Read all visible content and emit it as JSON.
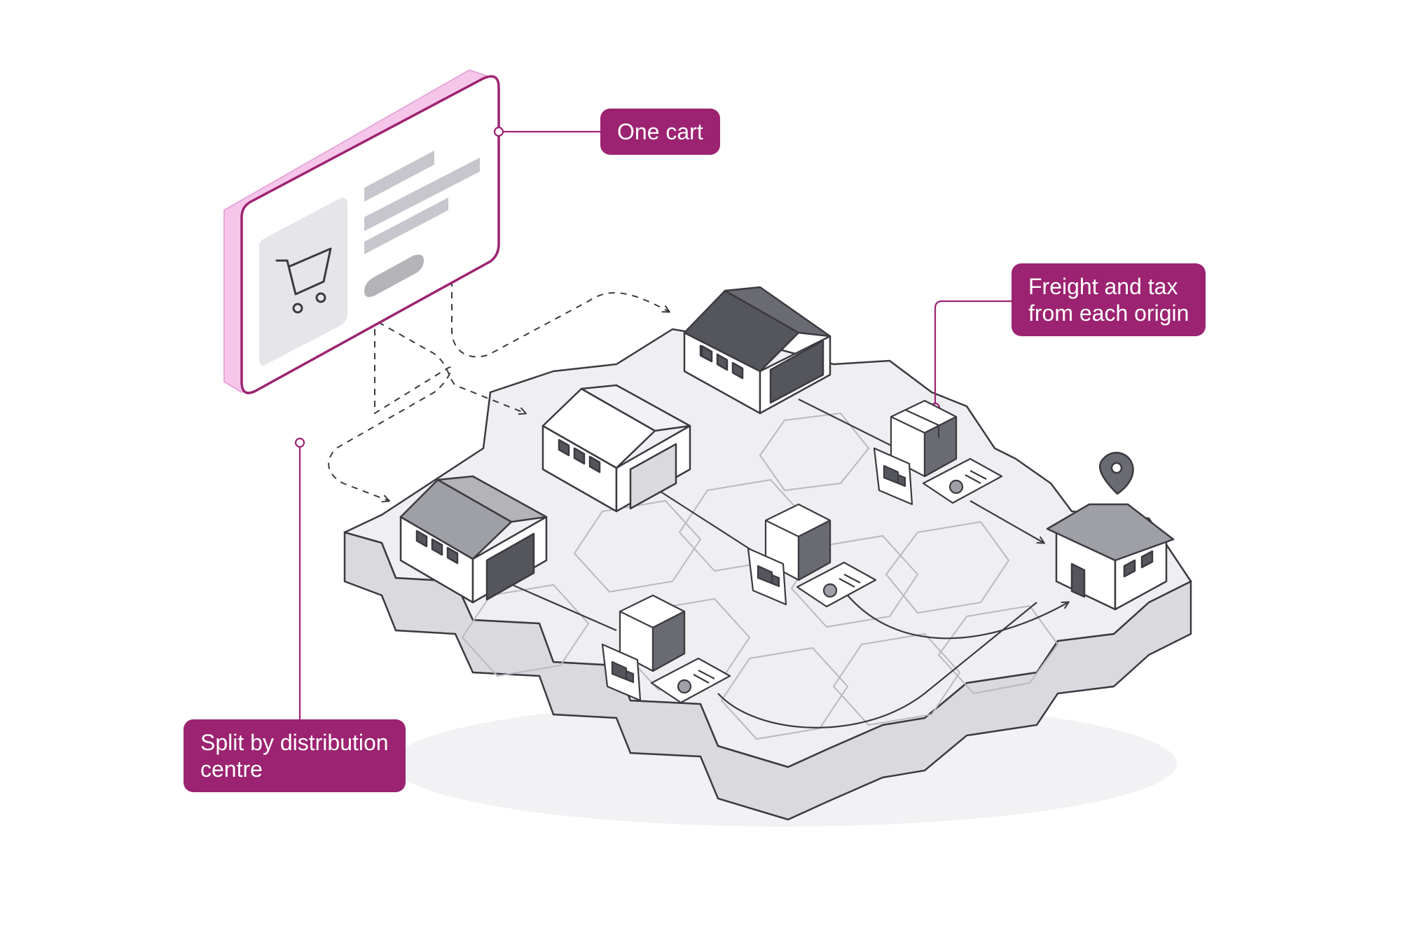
{
  "callouts": {
    "one_cart": "One cart",
    "freight": "Freight and tax\nfrom each origin",
    "split": "Split by distribution\ncentre"
  },
  "icons": {
    "cart": "shopping-cart-icon",
    "warehouse": "warehouse-icon",
    "box": "package-box-icon",
    "truck": "delivery-truck-icon",
    "certificate": "tax-certificate-icon",
    "house": "destination-house-icon",
    "pin": "location-pin-icon"
  },
  "colors": {
    "accent": "#9c2371",
    "accent_soft": "#f6c6ea",
    "line": "#3a3a40",
    "tile_top": "#efeff1",
    "tile_side": "#dcdce0",
    "dark_roof": "#55565c"
  }
}
